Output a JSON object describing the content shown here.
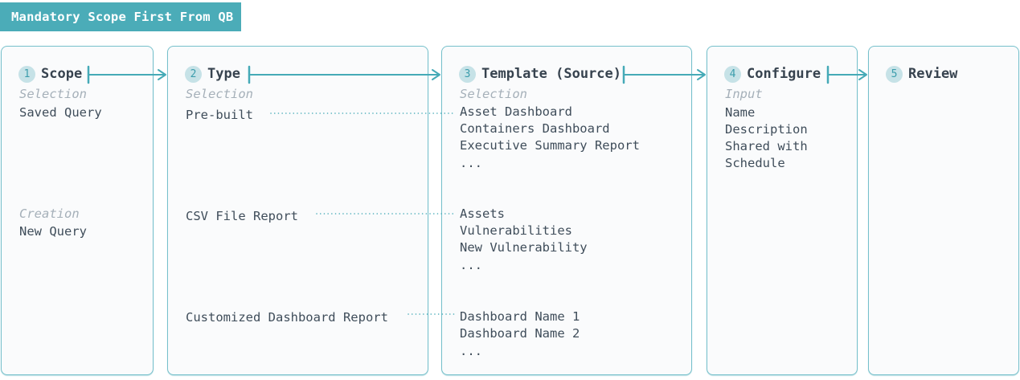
{
  "header_badge": {
    "label": "Mandatory Scope First From QB"
  },
  "colors": {
    "accent_teal": "#45aab7",
    "header_badge_bg": "#4bacb8",
    "header_badge_text": "#ffffff",
    "panel_border": "#76c0cb",
    "panel_background": "#fafbfc",
    "badge_circle_bg": "#c6e2e7",
    "badge_number": "#3c9dac",
    "heading_text": "#37434f",
    "body_text": "#3f4d5a",
    "muted_label": "#a5b0b9"
  },
  "panels": [
    {
      "number": "1",
      "title": "Scope",
      "sections": [
        {
          "label": "Selection",
          "items": [
            "Saved Query"
          ]
        },
        {
          "label": "Creation",
          "items": [
            "New Query"
          ]
        }
      ]
    },
    {
      "number": "2",
      "title": "Type",
      "sections": [
        {
          "label": "Selection",
          "items": [
            "Pre-built",
            "CSV File Report",
            "Customized Dashboard Report"
          ]
        }
      ]
    },
    {
      "number": "3",
      "title": "Template (Source)",
      "sections": [
        {
          "label": "Selection",
          "groups": [
            [
              "Asset Dashboard",
              "Containers Dashboard",
              "Executive Summary Report",
              "..."
            ],
            [
              "Assets",
              "Vulnerabilities",
              "New Vulnerability",
              "..."
            ],
            [
              "Dashboard Name 1",
              "Dashboard Name 2",
              "..."
            ]
          ]
        }
      ]
    },
    {
      "number": "4",
      "title": "Configure",
      "sections": [
        {
          "label": "Input",
          "items": [
            "Name",
            "Description",
            "Shared with",
            "Schedule"
          ]
        }
      ]
    },
    {
      "number": "5",
      "title": "Review",
      "sections": []
    }
  ],
  "flow_arrows": [
    {
      "from": "Scope",
      "to": "Type"
    },
    {
      "from": "Type",
      "to": "Template (Source)"
    },
    {
      "from": "Template (Source)",
      "to": "Configure"
    },
    {
      "from": "Configure",
      "to": "Review"
    }
  ],
  "dotted_links": [
    {
      "from": "Pre-built",
      "to": "Asset Dashboard group"
    },
    {
      "from": "CSV File Report",
      "to": "Assets group"
    },
    {
      "from": "Customized Dashboard Report",
      "to": "Dashboard Name group"
    }
  ]
}
